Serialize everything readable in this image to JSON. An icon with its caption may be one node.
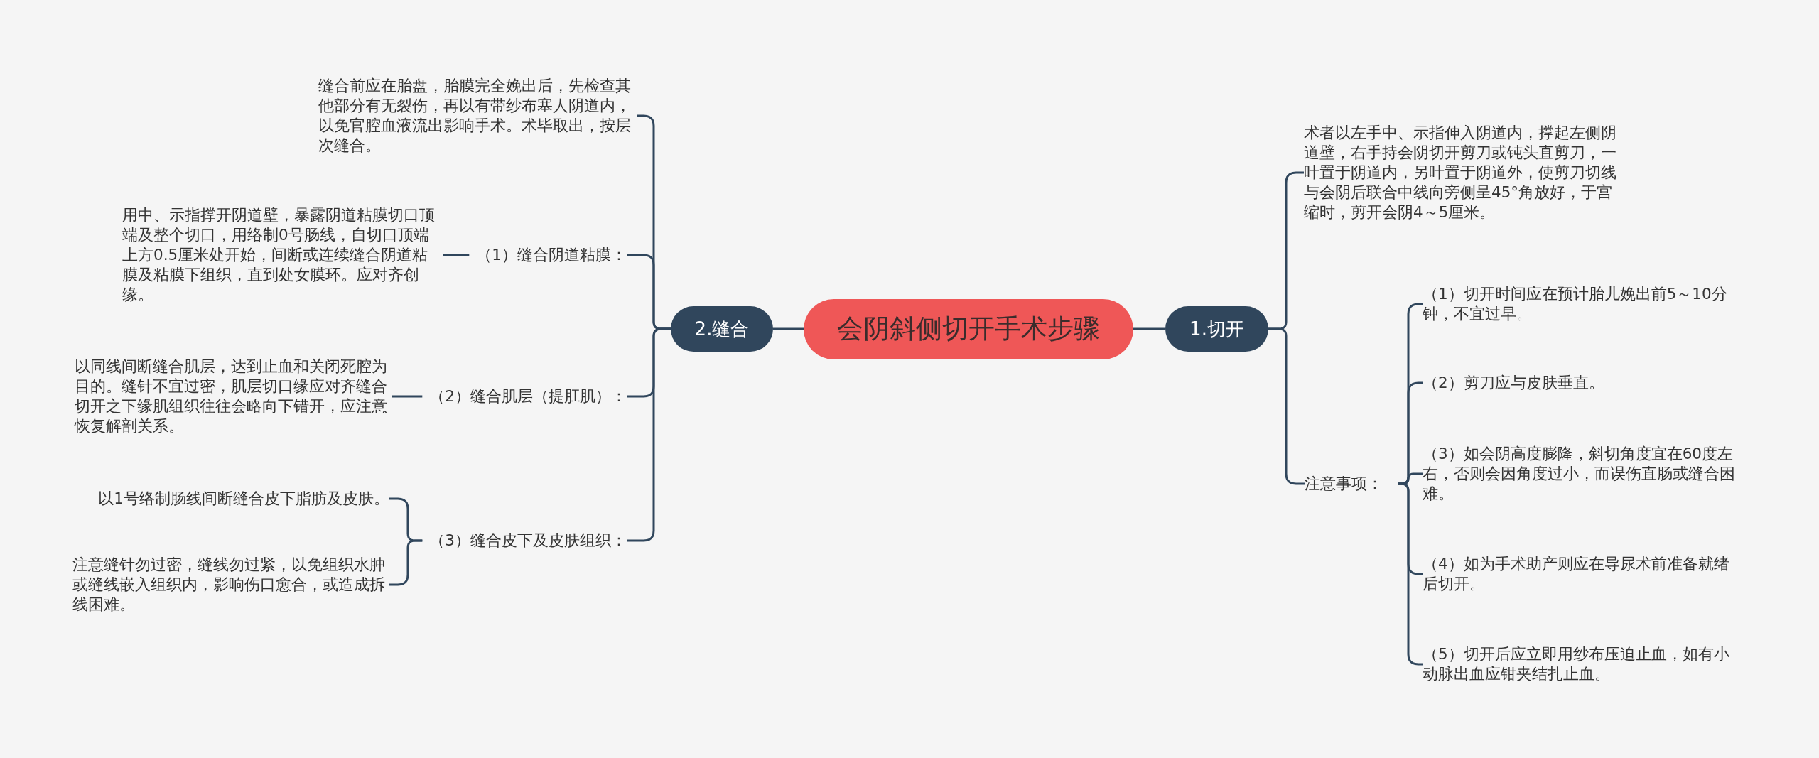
{
  "diagram": {
    "nodes": [
      {
        "text": [
          "会阴斜侧切开手术步骤"
        ]
      },
      {
        "text": [
          "1.切开"
        ]
      },
      {
        "text": [
          "术者以左手中、示指伸入阴道内，撑起左侧阴道壁，右手持会阴切开剪刀或钝头直剪刀，一叶置于阴道内，另叶置于阴道外，使剪刀切线与会阴后联合中线向旁侧呈45°角放好，于宫缩时，剪开会阴4～5厘米。"
        ]
      },
      {
        "text": [
          "注意事项："
        ]
      },
      {
        "text": [
          "（1）切开时间应在预计胎儿娩出前5～10分钟，不宜过早。"
        ]
      },
      {
        "text": [
          "（2）剪刀应与皮肤垂直。"
        ]
      },
      {
        "text": [
          "（3）如会阴高度膨隆，斜切角度宜在60度左右，否则会因角度过小，而误伤直肠或缝合困难。"
        ]
      },
      {
        "text": [
          "（4）如为手术助产则应在导尿术前准备就绪后切开。"
        ]
      },
      {
        "text": [
          "（5）切开后应立即用纱布压迫止血，如有小动脉出血应钳夹结扎止血。"
        ]
      },
      {
        "text": [
          "2.缝合"
        ]
      },
      {
        "text": [
          "缝合前应在胎盘，胎膜完全娩出后，先检查其他部分有无裂伤，再以有带纱布塞人阴道内，以免官腔血液流出影响手术。术毕取出，按层次缝合。"
        ]
      },
      {
        "text": [
          "（1）缝合阴道粘膜："
        ]
      },
      {
        "text": [
          "用中、示指撑开阴道壁，暴露阴道粘膜切口顶端及整个切口，用络制0号肠线，自切口顶端上方0.5厘米处开始，间断或连续缝合阴道粘膜及粘膜下组织，直到处女膜环。应对齐创缘。"
        ]
      },
      {
        "text": [
          "（2）缝合肌层（提肛肌）："
        ]
      },
      {
        "text": [
          "以同线间断缝合肌层，达到止血和关闭死腔为目的。缝针不宜过密，肌层切口缘应对齐缝合切开之下缘肌组织往往会略向下错开，应注意恢复解剖关系。"
        ]
      },
      {
        "text": [
          "（3）缝合皮下及皮肤组织："
        ]
      },
      {
        "text": [
          "以1号络制肠线间断缝合皮下脂肪及皮肤。"
        ]
      },
      {
        "text": [
          "注意缝针勿过密，缝线勿过紧，以免组织水肿或缝线嵌入组织内，影响伤口愈合，或造成拆线困难。"
        ]
      }
    ],
    "edges": [
      {
        "from": 0,
        "to": 1,
        "arrow": "none"
      },
      {
        "from": 1,
        "to": 2,
        "arrow": "none"
      },
      {
        "from": 1,
        "to": 3,
        "arrow": "none"
      },
      {
        "from": 3,
        "to": 4,
        "arrow": "none"
      },
      {
        "from": 3,
        "to": 5,
        "arrow": "none"
      },
      {
        "from": 3,
        "to": 6,
        "arrow": "none"
      },
      {
        "from": 3,
        "to": 7,
        "arrow": "none"
      },
      {
        "from": 3,
        "to": 8,
        "arrow": "none"
      },
      {
        "from": 0,
        "to": 9,
        "arrow": "none"
      },
      {
        "from": 9,
        "to": 10,
        "arrow": "none"
      },
      {
        "from": 9,
        "to": 11,
        "arrow": "none"
      },
      {
        "from": 11,
        "to": 12,
        "arrow": "none"
      },
      {
        "from": 9,
        "to": 13,
        "arrow": "none"
      },
      {
        "from": 13,
        "to": 14,
        "arrow": "none"
      },
      {
        "from": 9,
        "to": 15,
        "arrow": "none"
      },
      {
        "from": 15,
        "to": 16,
        "arrow": "none"
      },
      {
        "from": 15,
        "to": 17,
        "arrow": "none"
      }
    ]
  }
}
